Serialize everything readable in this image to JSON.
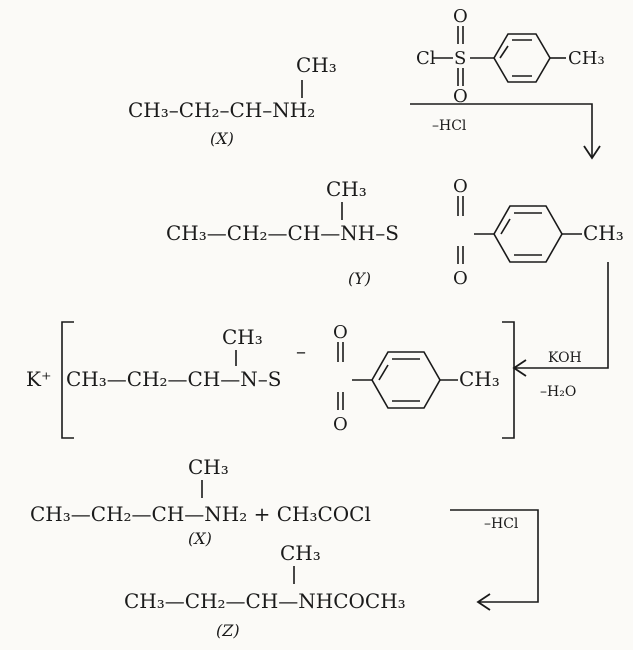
{
  "reaction1": {
    "reactant_x": {
      "ch3_branch": "CH₃",
      "chain": "CH₃–CH₂–CH–NH₂",
      "label": "(X)"
    },
    "reagent": {
      "cl": "Cl",
      "s": "S",
      "o_top": "O",
      "o_bottom": "O",
      "ch3": "CH₃"
    },
    "condition": "–HCl"
  },
  "product_y": {
    "ch3_branch": "CH₃",
    "chain": "CH₃—CH₂—CH—NH–S",
    "o_top": "O",
    "o_bottom": "O",
    "ch3_ring": "CH₃",
    "label": "(Y)"
  },
  "reaction2": {
    "reagent": "KOH",
    "condition": "–H₂O"
  },
  "salt": {
    "cation": "K⁺",
    "ch3_branch": "CH₃",
    "chain": "CH₃—CH₂—CH—N–S",
    "minus": "–",
    "o_top": "O",
    "o_bottom": "O",
    "ch3_ring": "CH₃"
  },
  "reaction3": {
    "ch3_branch": "CH₃",
    "reactants": "CH₃—CH₂—CH—NH₂ + CH₃COCl",
    "label": "(X)",
    "condition": "–HCl"
  },
  "product_z": {
    "ch3_branch": "CH₃",
    "chain": "CH₃—CH₂—CH—NHCOCH₃",
    "label": "(Z)"
  }
}
